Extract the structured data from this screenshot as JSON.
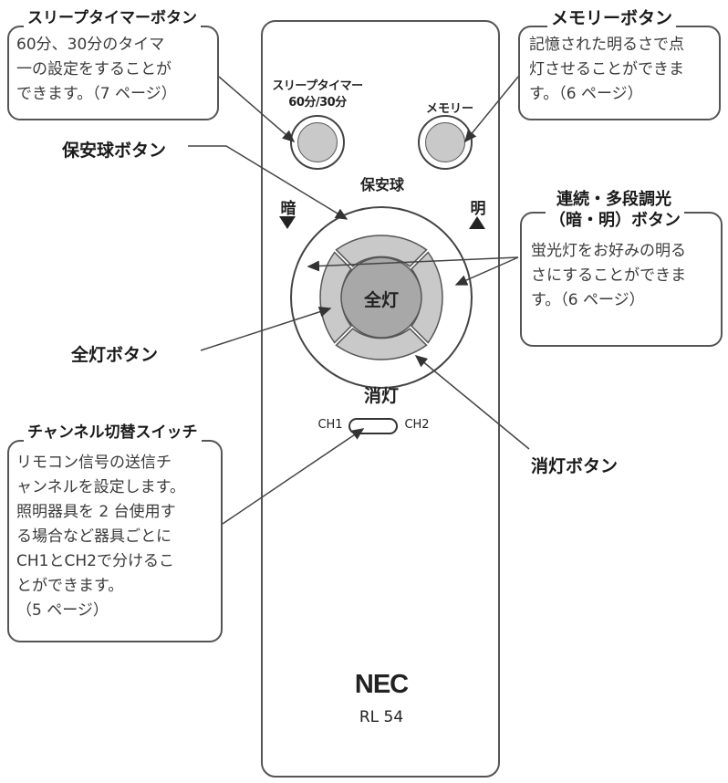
{
  "callouts": {
    "sleep": {
      "title": "スリープタイマーボタン",
      "body": "60分、30分のタイマ\n一の設定をすることが\nできます。（7 ページ）"
    },
    "memory": {
      "title": "メモリーボタン",
      "body": "記憶された明るさで点\n灯させることができま\nす。（6 ページ）"
    },
    "dimmer": {
      "title_line1": "連続・多段調光",
      "title_line2": "（暗・明）ボタン",
      "body": "蛍光灯をお好みの明る\nさにすることができま\nす。（6 ページ）"
    },
    "channel": {
      "title": "チャンネル切替スイッチ",
      "body": "リモコン信号の送信チ\nャンネルを設定します。\n照明器具を 2 台使用す\nる場合など器具ごとに\nCH1とCH2で分けるこ\nとができます。\n（5 ページ）"
    }
  },
  "labels": {
    "hoankyu_button": "保安球ボタン",
    "zento_button": "全灯ボタン",
    "shoto_button": "消灯ボタン"
  },
  "remote": {
    "sleep_label": "スリープタイマー\n60分/30分",
    "memory_label": "メモリー",
    "hoankyu": "保安球",
    "dark": "暗",
    "bright": "明",
    "zento": "全灯",
    "shoto": "消灯",
    "ch1": "CH1",
    "ch2": "CH2",
    "brand": "NEC",
    "model": "RL 54"
  }
}
